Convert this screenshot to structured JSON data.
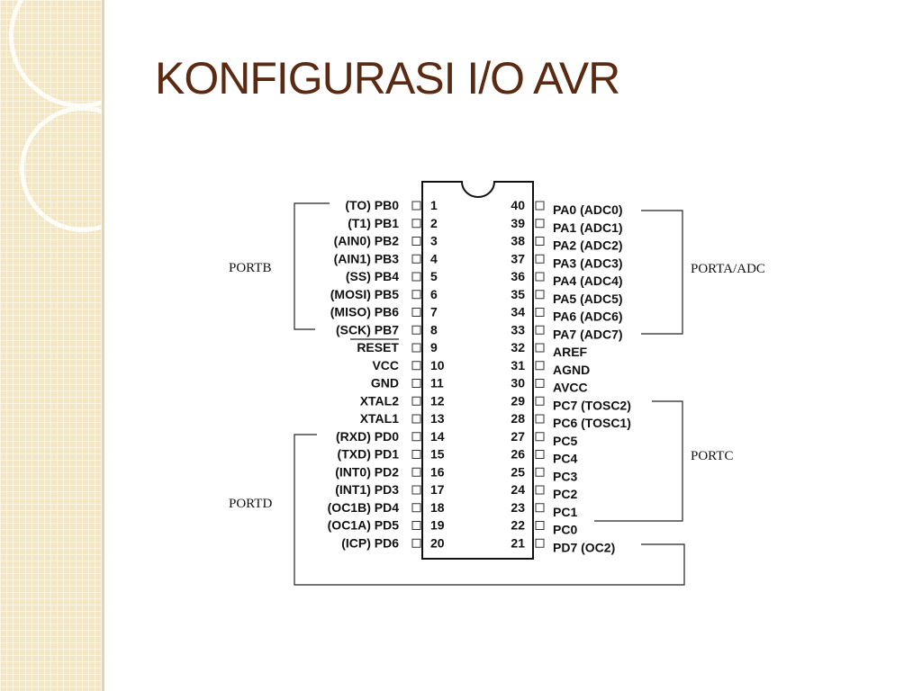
{
  "slide": {
    "title": "KONFIGURASI I/O AVR"
  },
  "pins_left": [
    {
      "num": "1",
      "label": "(TO) PB0"
    },
    {
      "num": "2",
      "label": "(T1) PB1"
    },
    {
      "num": "3",
      "label": "(AIN0) PB2"
    },
    {
      "num": "4",
      "label": "(AIN1) PB3"
    },
    {
      "num": "5",
      "label": "(SS) PB4"
    },
    {
      "num": "6",
      "label": "(MOSI) PB5"
    },
    {
      "num": "7",
      "label": "(MISO) PB6"
    },
    {
      "num": "8",
      "label": "(SCK) PB7"
    },
    {
      "num": "9",
      "label": "RESET"
    },
    {
      "num": "10",
      "label": "VCC"
    },
    {
      "num": "11",
      "label": "GND"
    },
    {
      "num": "12",
      "label": "XTAL2"
    },
    {
      "num": "13",
      "label": "XTAL1"
    },
    {
      "num": "14",
      "label": "(RXD) PD0"
    },
    {
      "num": "15",
      "label": "(TXD) PD1"
    },
    {
      "num": "16",
      "label": "(INT0) PD2"
    },
    {
      "num": "17",
      "label": "(INT1) PD3"
    },
    {
      "num": "18",
      "label": "(OC1B) PD4"
    },
    {
      "num": "19",
      "label": "(OC1A) PD5"
    },
    {
      "num": "20",
      "label": "(ICP) PD6"
    }
  ],
  "pins_right": [
    {
      "num": "40",
      "label": "PA0 (ADC0)"
    },
    {
      "num": "39",
      "label": "PA1 (ADC1)"
    },
    {
      "num": "38",
      "label": "PA2 (ADC2)"
    },
    {
      "num": "37",
      "label": "PA3 (ADC3)"
    },
    {
      "num": "36",
      "label": "PA4 (ADC4)"
    },
    {
      "num": "35",
      "label": "PA5 (ADC5)"
    },
    {
      "num": "34",
      "label": "PA6 (ADC6)"
    },
    {
      "num": "33",
      "label": "PA7 (ADC7)"
    },
    {
      "num": "32",
      "label": "AREF"
    },
    {
      "num": "31",
      "label": "AGND"
    },
    {
      "num": "30",
      "label": "AVCC"
    },
    {
      "num": "29",
      "label": "PC7 (TOSC2)"
    },
    {
      "num": "28",
      "label": "PC6 (TOSC1)"
    },
    {
      "num": "27",
      "label": "PC5"
    },
    {
      "num": "26",
      "label": "PC4"
    },
    {
      "num": "25",
      "label": "PC3"
    },
    {
      "num": "24",
      "label": "PC2"
    },
    {
      "num": "23",
      "label": "PC1"
    },
    {
      "num": "22",
      "label": "PC0"
    },
    {
      "num": "21",
      "label": "PD7 (OC2)"
    }
  ],
  "ports": {
    "portb": "PORTB",
    "porta": "PORTA/ADC",
    "portc": "PORTC",
    "portd": "PORTD"
  }
}
